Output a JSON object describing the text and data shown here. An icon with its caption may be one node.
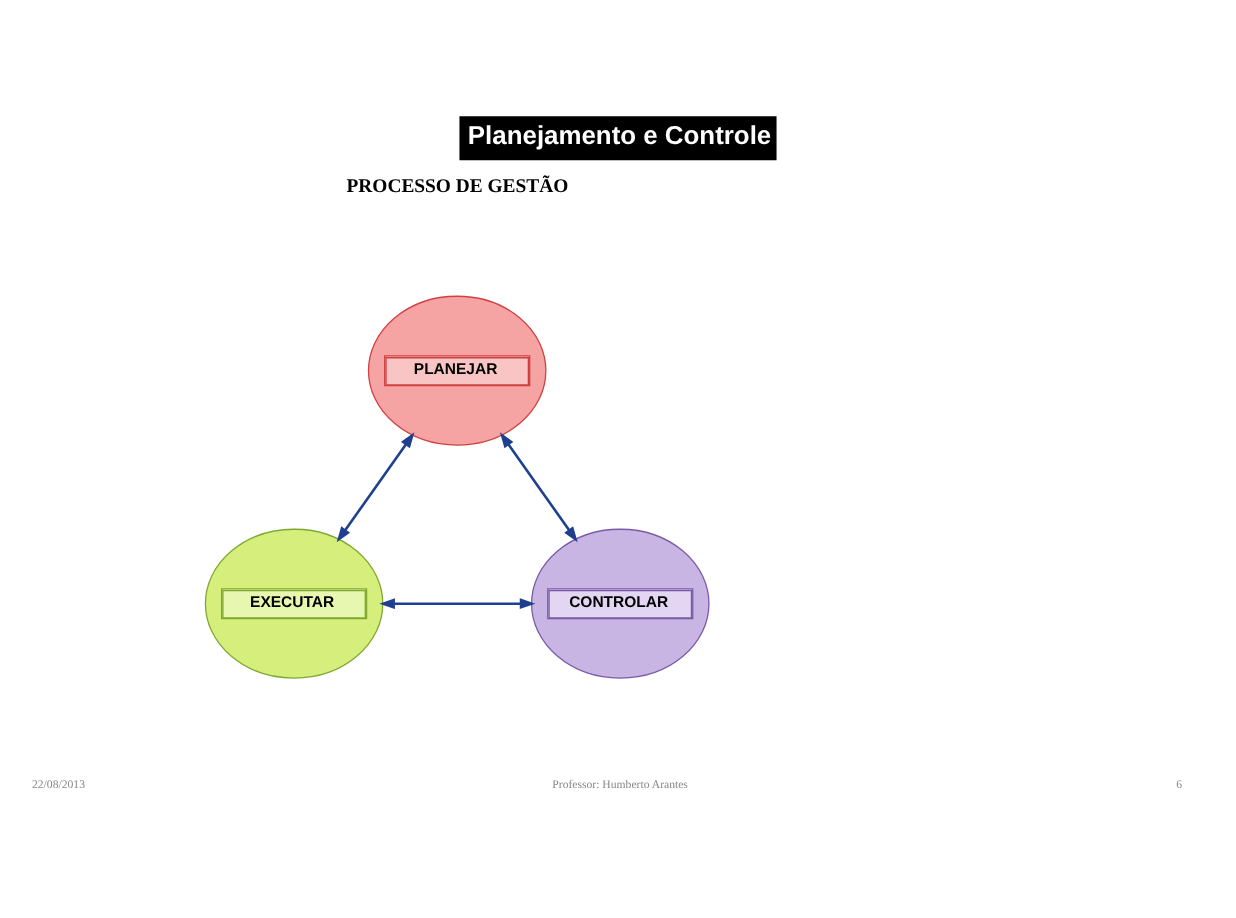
{
  "diagram": {
    "title": "Planejamento e Controle",
    "nodes": [
      {
        "text": [
          "PLANEJAR"
        ]
      },
      {
        "text": [
          "CONTROLAR"
        ]
      },
      {
        "text": [
          "EXECUTAR"
        ]
      }
    ],
    "edges": [
      {
        "from": 1,
        "to": 0,
        "arrow": "both"
      },
      {
        "from": 0,
        "to": 2,
        "arrow": "both"
      },
      {
        "from": 1,
        "to": 2,
        "arrow": "both"
      }
    ],
    "labels": [
      "PROCESSO DE GESTÃO",
      "22/08/2013",
      "Professor: Humberto Arantes",
      "6"
    ]
  }
}
